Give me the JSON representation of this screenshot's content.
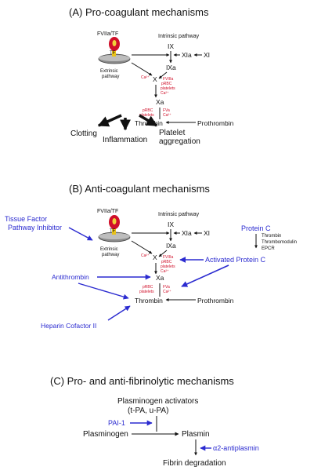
{
  "panel_a": {
    "title": "(A)  Pro-coagulant mechanisms",
    "fviia_tf": "FVIIa/TF",
    "tf": "TF",
    "intrinsic": "Intrinsic pathway",
    "ix": "IX",
    "xia": "XIa",
    "xi": "XI",
    "ixa": "IXa",
    "x": "X",
    "xa": "Xa",
    "extrinsic_1": "Extrinsic",
    "extrinsic_2": "pathway",
    "ca_left": "Ca²⁺",
    "ixa_cofactors": [
      "FVIIIa",
      "pRBC",
      "platelets",
      "Ca²⁺"
    ],
    "xa_left": [
      "pRBC",
      "platelets"
    ],
    "xa_right": [
      "FVa",
      "Ca²⁺"
    ],
    "thrombin": "Thrombin",
    "prothrombin": "Prothrombin",
    "clotting": "Clotting",
    "inflammation": "Inflammation",
    "platelet_1": "Platelet",
    "platelet_2": "aggregation"
  },
  "panel_b": {
    "title": "(B)  Anti-coagulant mechanisms",
    "tfpi_1": "Tissue Factor",
    "tfpi_2": "Pathway Inhibitor",
    "fviia_tf": "FVIIa/TF",
    "tf": "TF",
    "intrinsic": "Intrinsic pathway",
    "ix": "IX",
    "xia": "XIa",
    "xi": "XI",
    "ixa": "IXa",
    "x": "X",
    "xa": "Xa",
    "extrinsic_1": "Extrinsic",
    "extrinsic_2": "pathway",
    "ca_left": "Ca²⁺",
    "ixa_cofactors": [
      "FVIIIa",
      "pRBC",
      "platelets",
      "Ca²⁺"
    ],
    "xa_left": [
      "pRBC",
      "platelets"
    ],
    "xa_right": [
      "FVa",
      "Ca²⁺"
    ],
    "thrombin": "Thrombin",
    "prothrombin": "Prothrombin",
    "protein_c": "Protein C",
    "activators": [
      "Thrombin",
      "Thrombomodulin",
      "EPCR"
    ],
    "apc": "Activated Protein C",
    "antithrombin": "Antithrombin",
    "heparin": "Heparin Cofactor II"
  },
  "panel_c": {
    "title": "(C)  Pro- and anti-fibrinolytic mechanisms",
    "activators_1": "Plasminogen activators",
    "activators_2": "(t-PA, u-PA)",
    "pai": "PAI-1",
    "plasminogen": "Plasminogen",
    "plasmin": "Plasmin",
    "a2ap": "α2-antiplasmin",
    "fibrin": "Fibrin degradation"
  },
  "colors": {
    "black": "#111111",
    "red": "#d0102a",
    "blue": "#2b2bd0",
    "platelet_gray": "#8a8a8a",
    "vessel_yellow": "#e8c21a"
  }
}
